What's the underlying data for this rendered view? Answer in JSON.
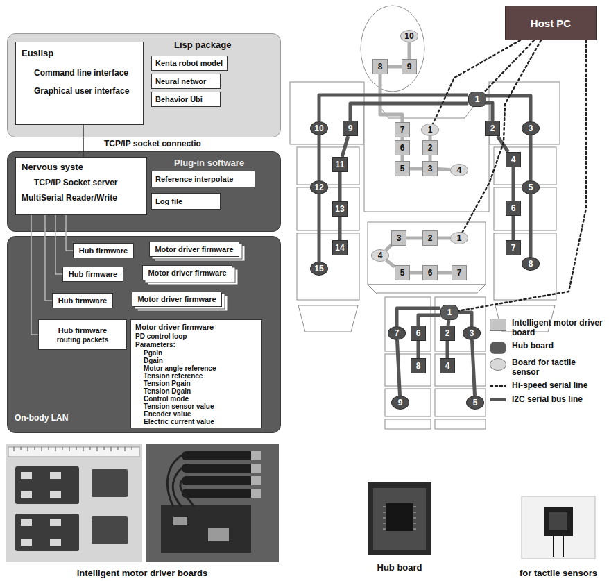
{
  "diagram": {
    "nodes": [
      {
        "text": [
          "Lisp package"
        ]
      },
      {
        "text": [
          "Euslisp",
          "Command line interface",
          "Graphical user interface"
        ],
        "in": 0
      },
      {
        "text": [
          "Kenta robot model"
        ],
        "in": 0
      },
      {
        "text": [
          "Neural networ"
        ],
        "in": 0
      },
      {
        "text": [
          "Behavior Ubi"
        ],
        "in": 0
      },
      {
        "text": [
          "Plug-in software"
        ]
      },
      {
        "text": [
          "Nervous syste",
          "TCP/IP Socket server",
          "MultiSerial Reader/Write"
        ],
        "in": 5
      },
      {
        "text": [
          "Reference interpolate"
        ],
        "in": 5
      },
      {
        "text": [
          "Log file"
        ],
        "in": 5
      },
      {
        "text": [
          "On-body LAN"
        ]
      },
      {
        "text": [
          "Hub firmware"
        ],
        "in": 9
      },
      {
        "text": [
          "Motor driver firmware"
        ],
        "in": 9
      },
      {
        "text": [
          "Hub firmware"
        ],
        "in": 9
      },
      {
        "text": [
          "Motor driver firmware"
        ],
        "in": 9
      },
      {
        "text": [
          "Hub firmware"
        ],
        "in": 9
      },
      {
        "text": [
          "Motor driver firmware"
        ],
        "in": 9
      },
      {
        "text": [
          "Hub firmware",
          "routing packets"
        ],
        "in": 9
      },
      {
        "text": [
          "Motor driver firmware",
          "PD control loop",
          "Parameters:",
          "Pgain",
          "Dgain",
          "Motor angle reference",
          "Tension reference",
          "Tension Pgain",
          "Tension Dgain",
          "Control mode",
          "Tension sensor value",
          "Encoder value",
          "Electric current value"
        ],
        "in": 9
      },
      {
        "text": [
          "Host PC"
        ]
      },
      {
        "text": [
          "10"
        ]
      },
      {
        "text": [
          "8"
        ]
      },
      {
        "text": [
          "9"
        ]
      },
      {
        "text": [
          "7"
        ]
      },
      {
        "text": [
          "1"
        ]
      },
      {
        "text": [
          "6"
        ]
      },
      {
        "text": [
          "2"
        ]
      },
      {
        "text": [
          "5"
        ]
      },
      {
        "text": [
          "3"
        ]
      },
      {
        "text": [
          "4"
        ]
      },
      {
        "text": [
          "1"
        ]
      },
      {
        "text": [
          "10"
        ]
      },
      {
        "text": [
          "9"
        ]
      },
      {
        "text": [
          "2"
        ]
      },
      {
        "text": [
          "3"
        ]
      },
      {
        "text": [
          "11"
        ]
      },
      {
        "text": [
          "4"
        ]
      },
      {
        "text": [
          "12"
        ]
      },
      {
        "text": [
          "5"
        ]
      },
      {
        "text": [
          "13"
        ]
      },
      {
        "text": [
          "6"
        ]
      },
      {
        "text": [
          "14"
        ]
      },
      {
        "text": [
          "7"
        ]
      },
      {
        "text": [
          "15"
        ]
      },
      {
        "text": [
          "8"
        ]
      },
      {
        "text": [
          "3"
        ]
      },
      {
        "text": [
          "2"
        ]
      },
      {
        "text": [
          "1"
        ]
      },
      {
        "text": [
          "4"
        ]
      },
      {
        "text": [
          "5"
        ]
      },
      {
        "text": [
          "6"
        ]
      },
      {
        "text": [
          "7"
        ]
      },
      {
        "text": [
          "1"
        ]
      },
      {
        "text": [
          "7"
        ]
      },
      {
        "text": [
          "6"
        ]
      },
      {
        "text": [
          "2"
        ]
      },
      {
        "text": [
          "3"
        ]
      },
      {
        "text": [
          "8"
        ]
      },
      {
        "text": [
          "4"
        ]
      },
      {
        "text": [
          "9"
        ]
      },
      {
        "text": [
          "5"
        ]
      }
    ],
    "edges": [
      {
        "from": 1,
        "to": 6,
        "arrow": "none",
        "label": "TCP/IP socket connectio"
      },
      {
        "from": 6,
        "to": 10,
        "arrow": "none"
      },
      {
        "from": 6,
        "to": 12,
        "arrow": "none"
      },
      {
        "from": 6,
        "to": 14,
        "arrow": "none"
      },
      {
        "from": 6,
        "to": 16,
        "arrow": "none"
      },
      {
        "from": 19,
        "to": 21,
        "arrow": "none"
      },
      {
        "from": 21,
        "to": 20,
        "arrow": "none"
      },
      {
        "from": 20,
        "to": 22,
        "arrow": "none"
      },
      {
        "from": 22,
        "to": 24,
        "arrow": "none"
      },
      {
        "from": 24,
        "to": 26,
        "arrow": "none"
      },
      {
        "from": 26,
        "to": 27,
        "arrow": "none"
      },
      {
        "from": 27,
        "to": 25,
        "arrow": "none"
      },
      {
        "from": 25,
        "to": 23,
        "arrow": "none"
      },
      {
        "from": 27,
        "to": 28,
        "arrow": "none"
      },
      {
        "from": 29,
        "to": 30,
        "arrow": "none"
      },
      {
        "from": 29,
        "to": 31,
        "arrow": "none"
      },
      {
        "from": 29,
        "to": 32,
        "arrow": "none"
      },
      {
        "from": 29,
        "to": 33,
        "arrow": "none"
      },
      {
        "from": 30,
        "to": 36,
        "arrow": "none"
      },
      {
        "from": 36,
        "to": 42,
        "arrow": "none"
      },
      {
        "from": 31,
        "to": 34,
        "arrow": "none"
      },
      {
        "from": 34,
        "to": 38,
        "arrow": "none"
      },
      {
        "from": 38,
        "to": 40,
        "arrow": "none"
      },
      {
        "from": 32,
        "to": 35,
        "arrow": "none"
      },
      {
        "from": 35,
        "to": 39,
        "arrow": "none"
      },
      {
        "from": 39,
        "to": 41,
        "arrow": "none"
      },
      {
        "from": 33,
        "to": 37,
        "arrow": "none"
      },
      {
        "from": 37,
        "to": 43,
        "arrow": "none"
      },
      {
        "from": 46,
        "to": 45,
        "arrow": "none"
      },
      {
        "from": 45,
        "to": 44,
        "arrow": "none"
      },
      {
        "from": 44,
        "to": 47,
        "arrow": "none"
      },
      {
        "from": 47,
        "to": 48,
        "arrow": "none"
      },
      {
        "from": 48,
        "to": 49,
        "arrow": "none"
      },
      {
        "from": 49,
        "to": 50,
        "arrow": "none"
      },
      {
        "from": 51,
        "to": 52,
        "arrow": "none"
      },
      {
        "from": 51,
        "to": 53,
        "arrow": "none"
      },
      {
        "from": 51,
        "to": 54,
        "arrow": "none"
      },
      {
        "from": 51,
        "to": 55,
        "arrow": "none"
      },
      {
        "from": 53,
        "to": 56,
        "arrow": "none"
      },
      {
        "from": 54,
        "to": 57,
        "arrow": "none"
      },
      {
        "from": 52,
        "to": 58,
        "arrow": "none"
      },
      {
        "from": 55,
        "to": 59,
        "arrow": "none"
      },
      {
        "from": 18,
        "to": 29,
        "arrow": "none"
      },
      {
        "from": 18,
        "to": 23,
        "arrow": "none"
      },
      {
        "from": 18,
        "to": 46,
        "arrow": "none"
      },
      {
        "from": 18,
        "to": 51,
        "arrow": "none"
      }
    ],
    "labels": [
      "Intelligent motor driver boards",
      "Hub board",
      "for tactile sensors"
    ],
    "legend": [
      {
        "text": "Intelligent motor driver board",
        "color": "#c4c4c4"
      },
      {
        "text": "Hub board",
        "color": "#5a5a5a"
      },
      {
        "text": "Board for tactile sensor",
        "color": "#d8d8d8"
      },
      {
        "text": "Hi-speed serial line"
      },
      {
        "text": "I2C serial bus line"
      }
    ]
  }
}
